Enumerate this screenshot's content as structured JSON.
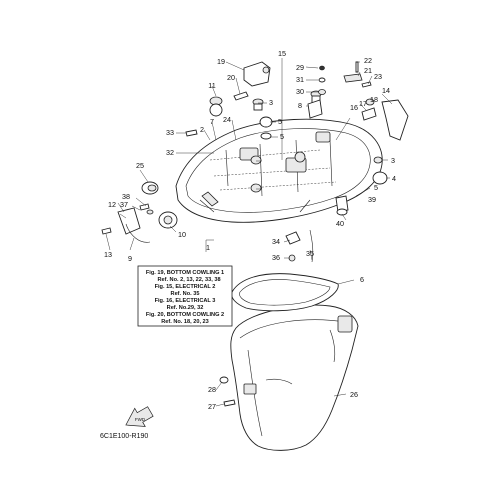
{
  "callouts": [
    {
      "id": "c1",
      "text": "1"
    },
    {
      "id": "c2",
      "text": "2"
    },
    {
      "id": "c3a",
      "text": "3"
    },
    {
      "id": "c3b",
      "text": "3"
    },
    {
      "id": "c4",
      "text": "4"
    },
    {
      "id": "c5a",
      "text": "5"
    },
    {
      "id": "c5b",
      "text": "5"
    },
    {
      "id": "c5c",
      "text": "5"
    },
    {
      "id": "c6",
      "text": "6"
    },
    {
      "id": "c7",
      "text": "7"
    },
    {
      "id": "c8",
      "text": "8"
    },
    {
      "id": "c9",
      "text": "9"
    },
    {
      "id": "c10",
      "text": "10"
    },
    {
      "id": "c11",
      "text": "11"
    },
    {
      "id": "c12",
      "text": "12"
    },
    {
      "id": "c13",
      "text": "13"
    },
    {
      "id": "c14",
      "text": "14"
    },
    {
      "id": "c15",
      "text": "15"
    },
    {
      "id": "c16",
      "text": "16"
    },
    {
      "id": "c17",
      "text": "17"
    },
    {
      "id": "c18",
      "text": "18"
    },
    {
      "id": "c19",
      "text": "19"
    },
    {
      "id": "c20",
      "text": "20"
    },
    {
      "id": "c21",
      "text": "21"
    },
    {
      "id": "c22",
      "text": "22"
    },
    {
      "id": "c23",
      "text": "23"
    },
    {
      "id": "c24",
      "text": "24"
    },
    {
      "id": "c25",
      "text": "25"
    },
    {
      "id": "c26",
      "text": "26"
    },
    {
      "id": "c27",
      "text": "27"
    },
    {
      "id": "c28",
      "text": "28"
    },
    {
      "id": "c29",
      "text": "29"
    },
    {
      "id": "c30",
      "text": "30"
    },
    {
      "id": "c31",
      "text": "31"
    },
    {
      "id": "c32",
      "text": "32"
    },
    {
      "id": "c33",
      "text": "33"
    },
    {
      "id": "c34",
      "text": "34"
    },
    {
      "id": "c35",
      "text": "35"
    },
    {
      "id": "c36",
      "text": "36"
    },
    {
      "id": "c37",
      "text": "37"
    },
    {
      "id": "c38",
      "text": "38"
    },
    {
      "id": "c39",
      "text": "39"
    },
    {
      "id": "c40",
      "text": "40"
    }
  ],
  "reference_box": {
    "lines": [
      "Fig. 19, BOTTOM COWLING 1",
      "Ref. No. 2, 13, 22, 33, 38",
      "Fig. 15, ELECTRICAL 2",
      "Ref. No. 35",
      "Fig. 16, ELECTRICAL 3",
      "Ref. No.29, 32",
      "Fig. 20, BOTTOM COWLING 2",
      "Ref. No. 18, 20, 23"
    ]
  },
  "front_arrow_text": "FWD",
  "diagram_code": "6C1E100-R190"
}
